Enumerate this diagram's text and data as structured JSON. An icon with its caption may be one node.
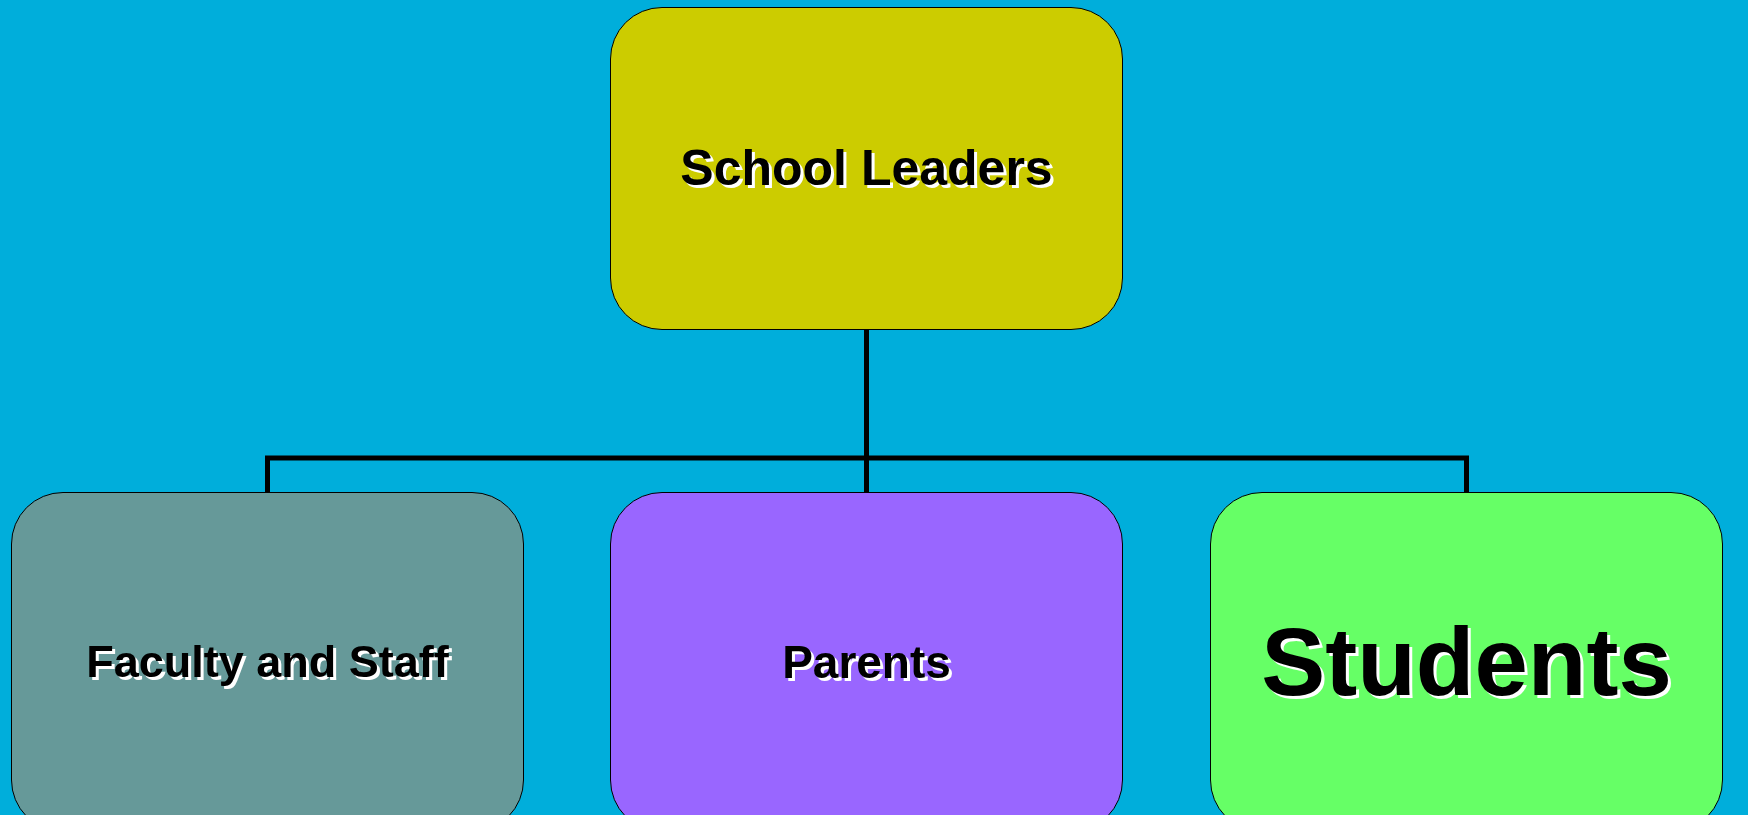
{
  "diagram": {
    "nodes": [
      {
        "text": [
          "School Leaders"
        ]
      },
      {
        "text": [
          "Faculty and Staff"
        ]
      },
      {
        "text": [
          "Parents"
        ]
      },
      {
        "text": [
          "Students"
        ]
      }
    ],
    "edges": [
      {
        "from": 0,
        "to": 1,
        "arrow": "none"
      },
      {
        "from": 0,
        "to": 2,
        "arrow": "none"
      },
      {
        "from": 0,
        "to": 3,
        "arrow": "none"
      }
    ]
  }
}
